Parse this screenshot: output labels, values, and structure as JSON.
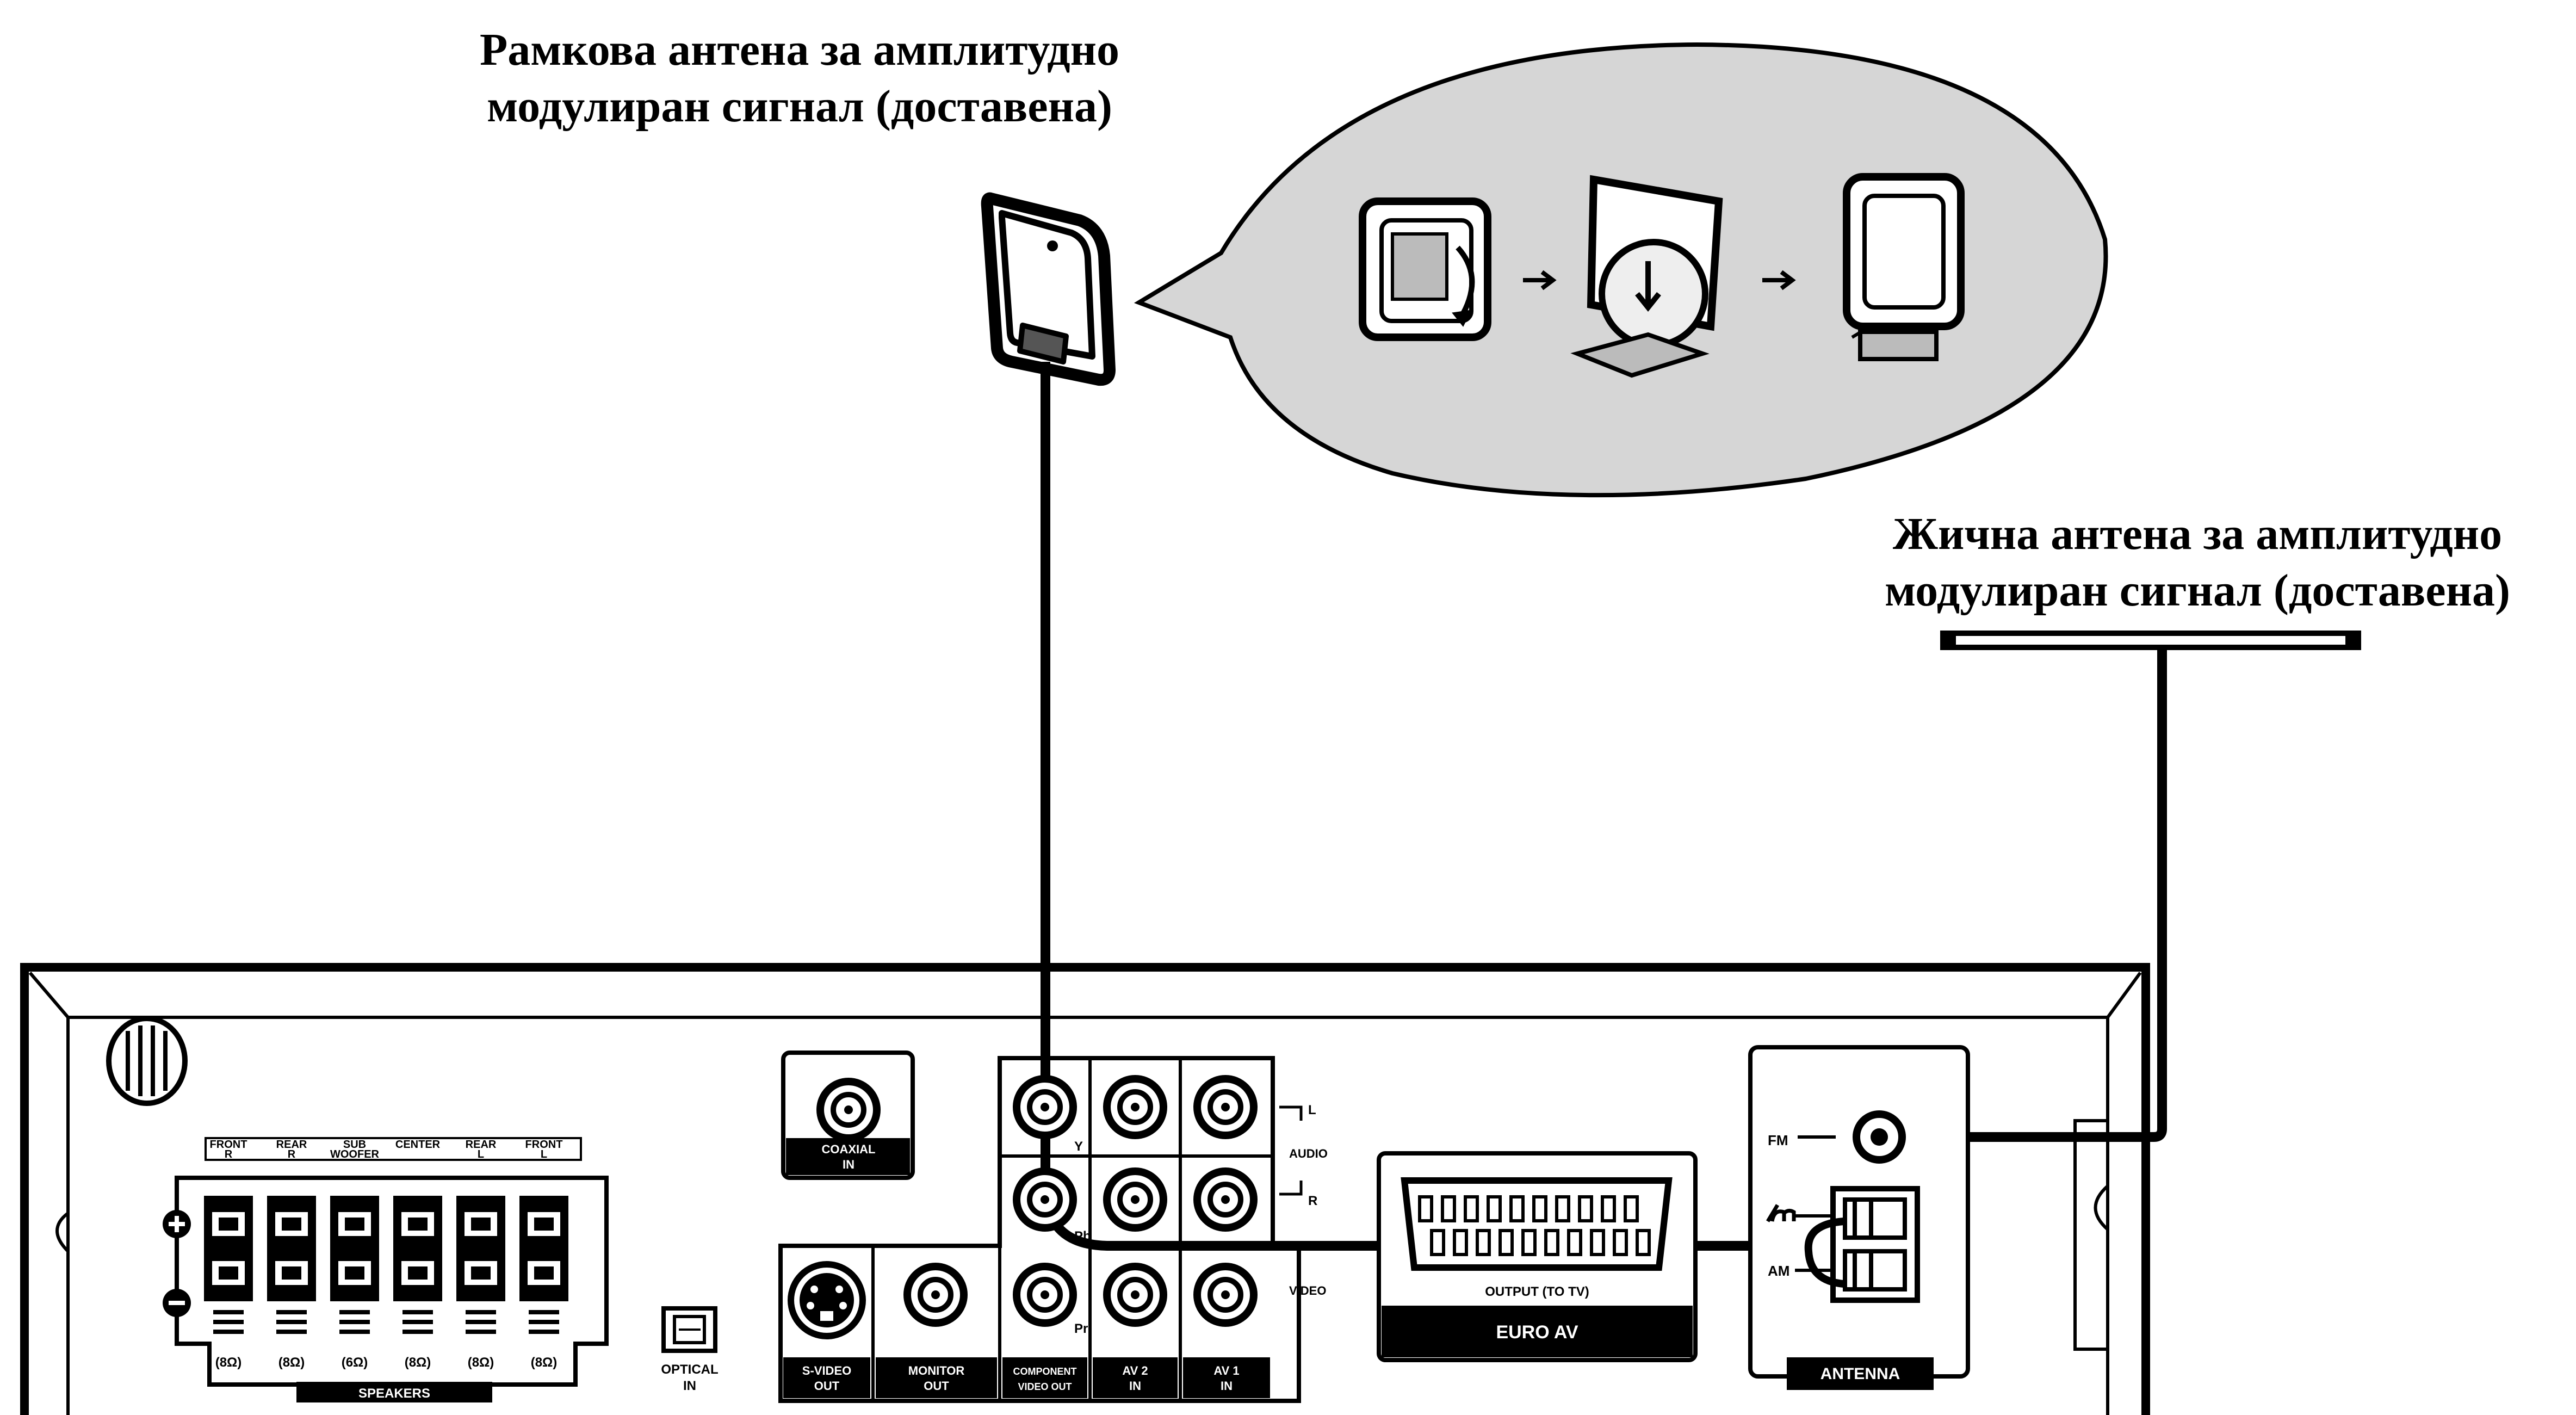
{
  "captions": {
    "am_loop": [
      "Рамкова антена за амплитудно",
      "модулиран сигнал (доставена)"
    ],
    "am_wire": [
      "Жична антена за амплитудно",
      "модулиран сигнал (доставена)"
    ]
  },
  "panel": {
    "speakers": {
      "channels": [
        [
          "FRONT",
          "R"
        ],
        [
          "REAR",
          "R"
        ],
        [
          "SUB",
          "WOOFER"
        ],
        [
          "CENTER",
          ""
        ],
        [
          "REAR",
          "L"
        ],
        [
          "FRONT",
          "L"
        ]
      ],
      "impedances": [
        "(8Ω)",
        "(8Ω)",
        "(6Ω)",
        "(8Ω)",
        "(8Ω)",
        "(8Ω)"
      ],
      "label": "SPEAKERS",
      "plus": "+",
      "minus": "−"
    },
    "optical_in": [
      "OPTICAL",
      "IN"
    ],
    "coaxial_in": [
      "COAXIAL",
      "IN"
    ],
    "component": {
      "y": "Y",
      "pb": "Pb",
      "pr": "Pr"
    },
    "audio": {
      "l": "L",
      "audio": "AUDIO",
      "r": "R"
    },
    "video": "VIDEO",
    "bottom_labels": [
      [
        "S-VIDEO",
        "OUT"
      ],
      [
        "MONITOR",
        "OUT"
      ],
      [
        "COMPONENT",
        "VIDEO OUT"
      ],
      [
        "AV 2",
        "IN"
      ],
      [
        "AV 1",
        "IN"
      ]
    ],
    "euro_av": {
      "output": "OUTPUT (TO TV)",
      "label": "EURO AV"
    },
    "antenna": {
      "fm": "FM",
      "am": "AM",
      "label": "ANTENNA"
    }
  }
}
